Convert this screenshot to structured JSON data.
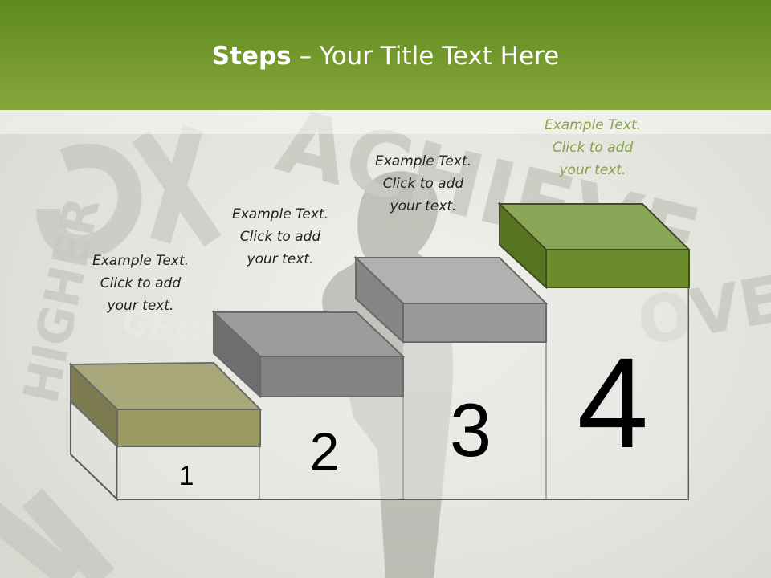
{
  "slide": {
    "title_bold": "Steps",
    "title_rest": " – Your Title Text Here"
  },
  "steps": [
    {
      "number": "1",
      "line1": "Example Text.",
      "line2": "Click  to add",
      "line3": "your text.",
      "box_front": "#9a9a62",
      "box_top": "#a9a87a",
      "box_side": "#7c7c50"
    },
    {
      "number": "2",
      "line1": "Example Text.",
      "line2": "Click  to add",
      "line3": "your text.",
      "box_front": "#828282",
      "box_top": "#9c9c9c",
      "box_side": "#6e6e6e"
    },
    {
      "number": "3",
      "line1": "Example Text.",
      "line2": "Click  to add",
      "line3": "your text.",
      "box_front": "#9a9a9a",
      "box_top": "#b1b1b1",
      "box_side": "#868686"
    },
    {
      "number": "4",
      "line1": "Example Text.",
      "line2": "Click  to add",
      "line3": "your text.",
      "box_front": "#6b8c2a",
      "box_top": "#8ca657",
      "box_side": "#587421"
    }
  ],
  "background_words": [
    "HIGHER",
    "GROW",
    "ACHIEVE",
    "OVER"
  ]
}
